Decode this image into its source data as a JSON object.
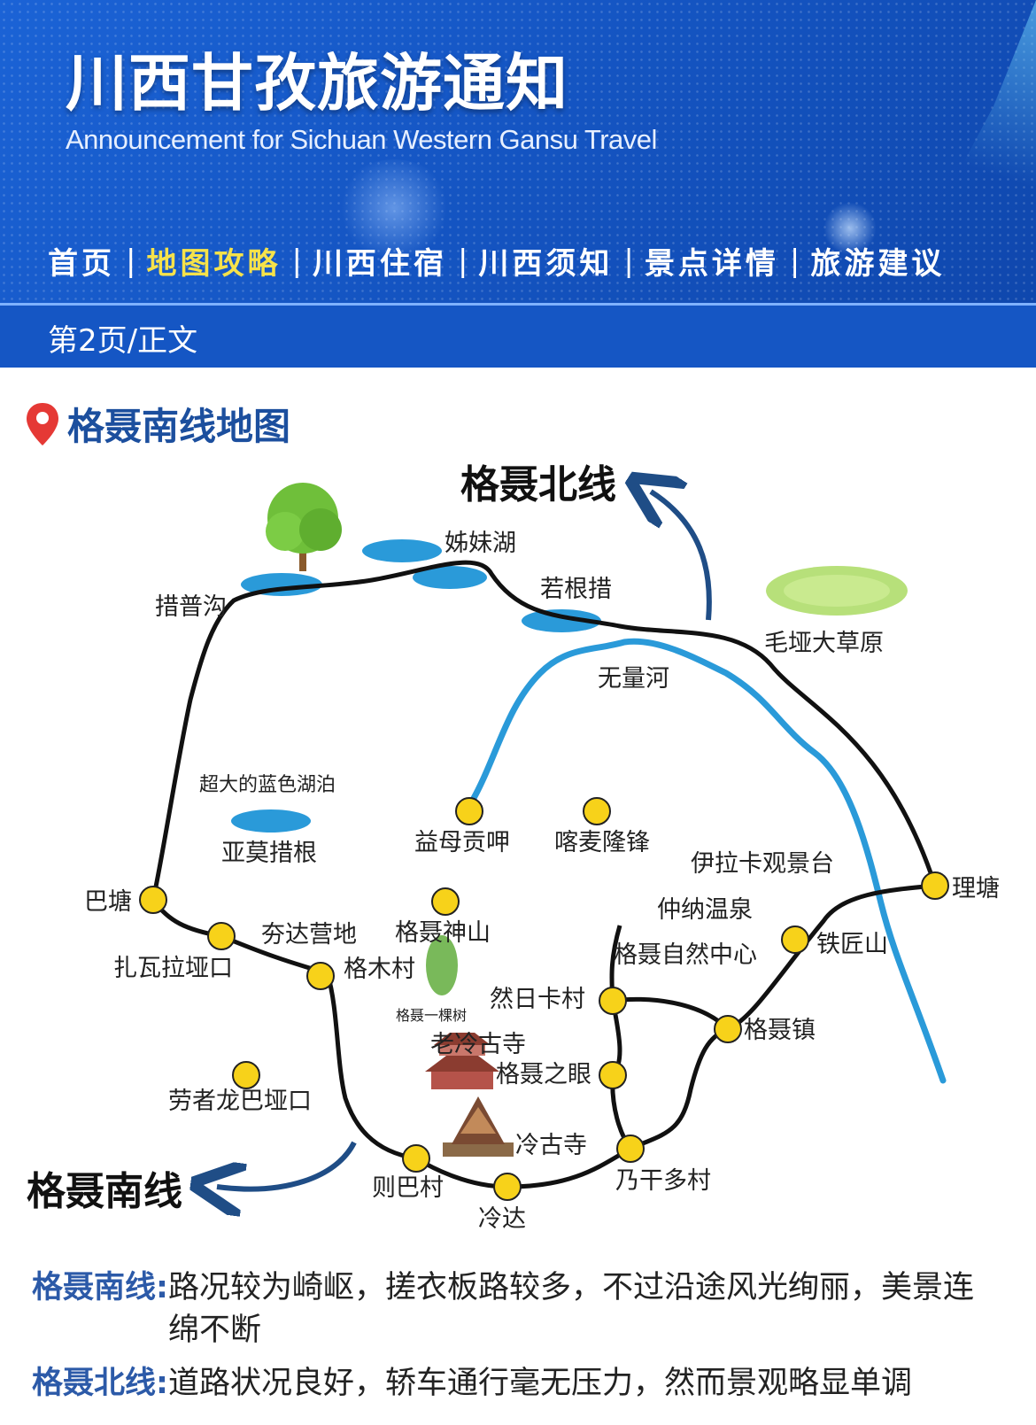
{
  "header": {
    "title": "川西甘孜旅游通知",
    "subtitle": "Announcement for Sichuan Western Gansu Travel",
    "nav": [
      {
        "label": "首页",
        "active": false
      },
      {
        "label": "地图攻略",
        "active": true
      },
      {
        "label": "川西住宿",
        "active": false
      },
      {
        "label": "川西须知",
        "active": false
      },
      {
        "label": "景点详情",
        "active": false
      },
      {
        "label": "旅游建议",
        "active": false
      }
    ],
    "nav_separator": "|",
    "page_indicator": "第2页/正文"
  },
  "section": {
    "title": "格聂南线地图",
    "icon": "map-pin-icon"
  },
  "map": {
    "north_route_label": "格聂北线",
    "south_route_label": "格聂南线",
    "river_label": "无量河",
    "places": {
      "cuopugou": "措普沟",
      "jiemeihu": "姊妹湖",
      "ruogencuo": "若根措",
      "maoyadacaoyuan": "毛垭大草原",
      "chaodahupo": "超大的蓝色湖泊",
      "yamocuogen": "亚莫措根",
      "yimugongga": "益母贡呷",
      "kamailongfeng": "喀麦隆锋",
      "yilaka": "伊拉卡观景台",
      "litang": "理塘",
      "batang": "巴塘",
      "zhawala": "扎瓦拉垭口",
      "kuada": "夯达营地",
      "genieshenshan": "格聂神山",
      "gemucun": "格木村",
      "genieyikeshu": "格聂一棵树",
      "zhongnawenquan": "仲纳温泉",
      "tiejiangshan": "铁匠山",
      "geniezirzhongxin": "格聂自然中心",
      "rarika": "然日卡村",
      "geniezhen": "格聂镇",
      "laolenggusi": "老冷古寺",
      "geniezhiyan": "格聂之眼",
      "laozhelongba": "劳者龙巴垭口",
      "lenggusi": "冷古寺",
      "naigan": "乃干多村",
      "zeba": "则巴村",
      "lengda": "冷达"
    }
  },
  "notes": [
    {
      "key": "格聂南线:",
      "text": "路况较为崎岖，搓衣板路较多，不过沿途风光绚丽，美景连绵不断"
    },
    {
      "key": "格聂北线:",
      "text": "道路状况良好，轿车通行毫无压力，然而景观略显单调"
    }
  ],
  "colors": {
    "header_blue": "#1556c4",
    "nav_active": "#f6e24a",
    "title_blue": "#1c4f9e",
    "river": "#2a9ad9",
    "stop_yellow": "#f7d21a",
    "route_arrow": "#1f4d86",
    "pin_red": "#e53935"
  }
}
